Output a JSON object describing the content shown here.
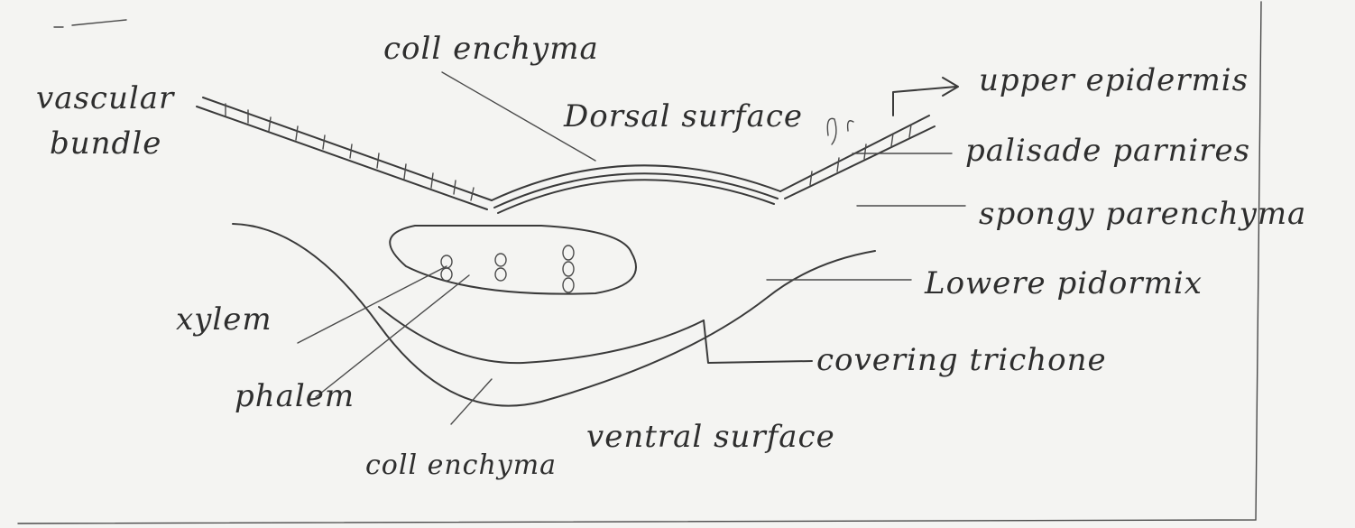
{
  "labels": {
    "collenchyma_top": "coll enchyma",
    "vascular_bundle_1": "vascular",
    "vascular_bundle_2": "bundle",
    "dorsal_surface": "Dorsal surface",
    "upper_epidermis": "upper epidermis",
    "palisade": "palisade parnires",
    "spongy": "spongy parenchyma",
    "lower_epidermis": "Lowere pidormix",
    "xylem": "xylem",
    "phloem": "phalem",
    "covering_trichome": "covering trichone",
    "ventral_surface": "ventral surface",
    "collenchyma_bottom": "coll enchyma"
  }
}
